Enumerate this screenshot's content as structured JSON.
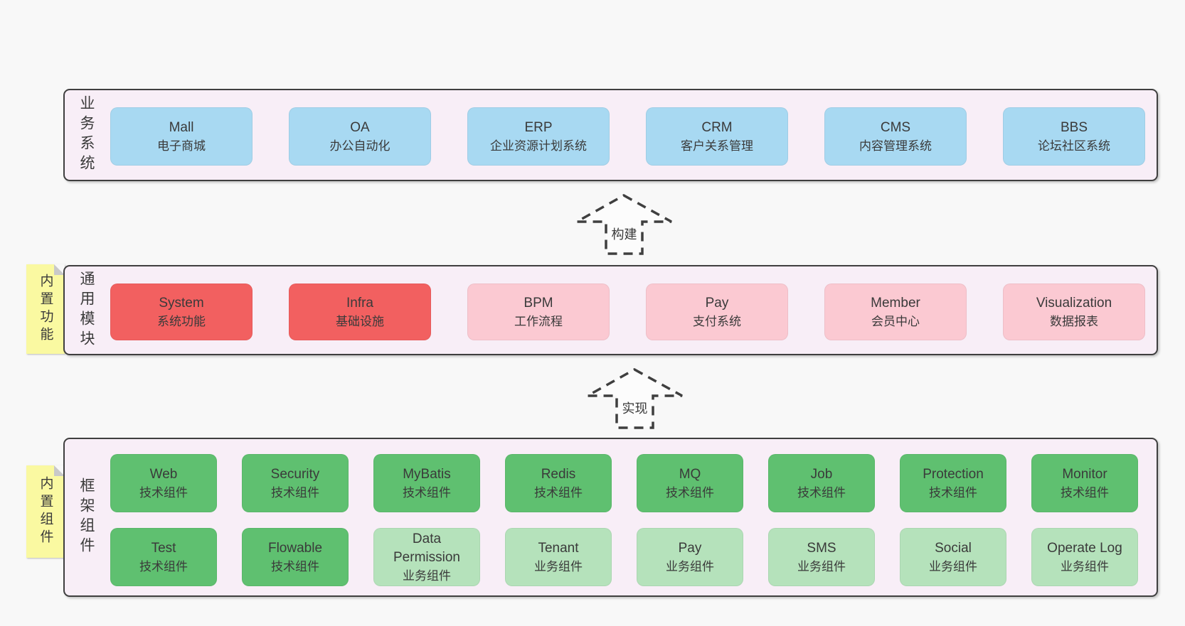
{
  "colors": {
    "page_bg": "#f8f8f8",
    "panel_bg": "#f8eef7",
    "panel_border": "#3f3f3f",
    "node_blue": "#a8d9f2",
    "node_red": "#f26060",
    "node_pink": "#fbc9d2",
    "node_green": "#5fc070",
    "node_green_light": "#b5e2bb",
    "sticky_bg": "#faf9a1",
    "sticky_fold": "#c9c9c9",
    "text": "#3a3a3a",
    "arrow_fill": "#fcfcfc"
  },
  "stickies": [
    {
      "label": "内置功能"
    },
    {
      "label": "内置组件"
    }
  ],
  "arrows": [
    {
      "label": "构建"
    },
    {
      "label": "实现"
    }
  ],
  "sections": {
    "business": {
      "side_label": "业务系统",
      "items": [
        {
          "en": "Mall",
          "zh": "电子商城",
          "variant": "blue"
        },
        {
          "en": "OA",
          "zh": "办公自动化",
          "variant": "blue"
        },
        {
          "en": "ERP",
          "zh": "企业资源计划系统",
          "variant": "blue"
        },
        {
          "en": "CRM",
          "zh": "客户关系管理",
          "variant": "blue"
        },
        {
          "en": "CMS",
          "zh": "内容管理系统",
          "variant": "blue"
        },
        {
          "en": "BBS",
          "zh": "论坛社区系统",
          "variant": "blue"
        }
      ]
    },
    "modules": {
      "side_label": "通用模块",
      "items": [
        {
          "en": "System",
          "zh": "系统功能",
          "variant": "red"
        },
        {
          "en": "Infra",
          "zh": "基础设施",
          "variant": "red"
        },
        {
          "en": "BPM",
          "zh": "工作流程",
          "variant": "pink"
        },
        {
          "en": "Pay",
          "zh": "支付系统",
          "variant": "pink"
        },
        {
          "en": "Member",
          "zh": "会员中心",
          "variant": "pink"
        },
        {
          "en": "Visualization",
          "zh": "数据报表",
          "variant": "pink"
        }
      ]
    },
    "framework": {
      "side_label": "框架组件",
      "rows": [
        [
          {
            "en": "Web",
            "zh": "技术组件",
            "variant": "green"
          },
          {
            "en": "Security",
            "zh": "技术组件",
            "variant": "green"
          },
          {
            "en": "MyBatis",
            "zh": "技术组件",
            "variant": "green"
          },
          {
            "en": "Redis",
            "zh": "技术组件",
            "variant": "green"
          },
          {
            "en": "MQ",
            "zh": "技术组件",
            "variant": "green"
          },
          {
            "en": "Job",
            "zh": "技术组件",
            "variant": "green"
          },
          {
            "en": "Protection",
            "zh": "技术组件",
            "variant": "green"
          },
          {
            "en": "Monitor",
            "zh": "技术组件",
            "variant": "green"
          }
        ],
        [
          {
            "en": "Test",
            "zh": "技术组件",
            "variant": "green"
          },
          {
            "en": "Flowable",
            "zh": "技术组件",
            "variant": "green"
          },
          {
            "en": "Data Permission",
            "zh": "业务组件",
            "variant": "lgreen"
          },
          {
            "en": "Tenant",
            "zh": "业务组件",
            "variant": "lgreen"
          },
          {
            "en": "Pay",
            "zh": "业务组件",
            "variant": "lgreen"
          },
          {
            "en": "SMS",
            "zh": "业务组件",
            "variant": "lgreen"
          },
          {
            "en": "Social",
            "zh": "业务组件",
            "variant": "lgreen"
          },
          {
            "en": "Operate Log",
            "zh": "业务组件",
            "variant": "lgreen"
          }
        ]
      ]
    }
  }
}
